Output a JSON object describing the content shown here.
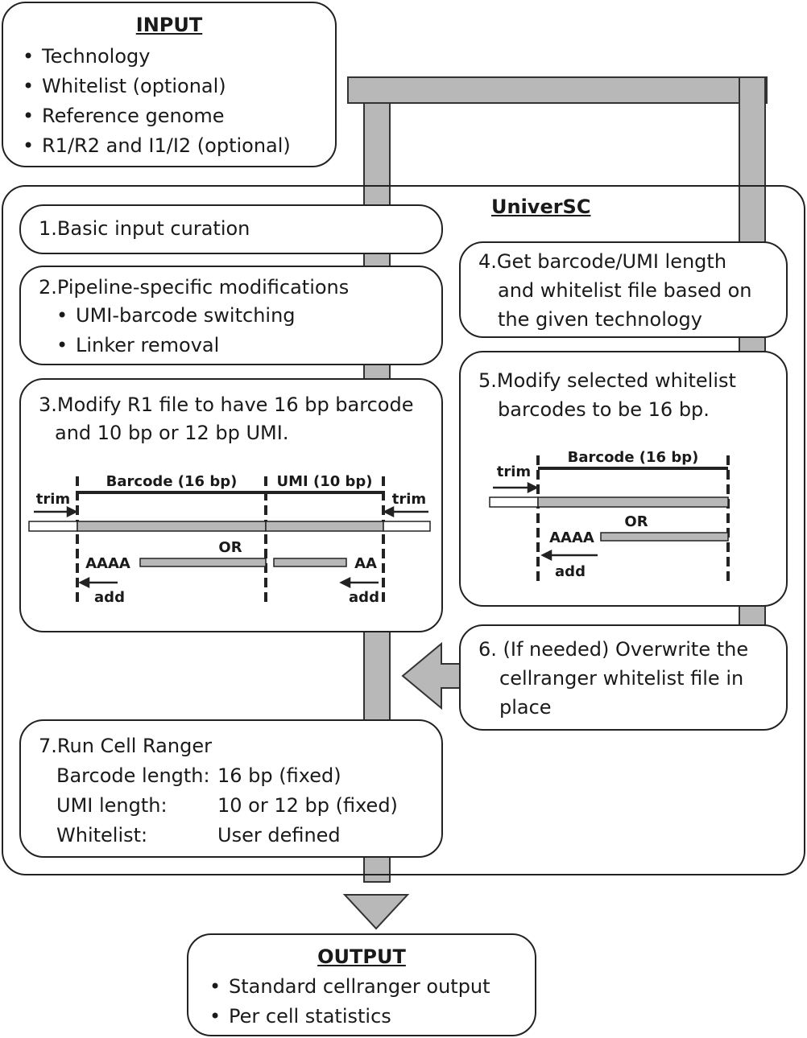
{
  "input": {
    "title": "INPUT",
    "items": [
      "Technology",
      "Whitelist (optional)",
      "Reference genome",
      "R1/R2 and I1/I2 (optional)"
    ]
  },
  "universc": {
    "title": "UniverSC"
  },
  "step1": {
    "label": "1.Basic input curation"
  },
  "step2": {
    "label": "2.Pipeline-specific modifications",
    "items": [
      "UMI-barcode switching",
      "Linker removal"
    ]
  },
  "step3": {
    "label_line1": "3.Modify R1 file to have 16 bp barcode",
    "label_line2": "and 10 bp or 12 bp UMI.",
    "diagram": {
      "barcode": "Barcode (16 bp)",
      "umi": "UMI (10 bp)",
      "trim_left": "trim",
      "trim_right": "trim",
      "or": "OR",
      "aaaa": "AAAA",
      "aa": "AA",
      "add_left": "add",
      "add_right": "add"
    }
  },
  "step4": {
    "line1": "4.Get barcode/UMI length",
    "line2": "and whitelist file based on",
    "line3": "the given technology"
  },
  "step5": {
    "line1": "5.Modify selected whitelist",
    "line2": "barcodes to be 16 bp.",
    "diagram": {
      "barcode": "Barcode (16 bp)",
      "trim": "trim",
      "or": "OR",
      "aaaa": "AAAA",
      "add": "add"
    }
  },
  "step6": {
    "line1": "6.  (If needed) Overwrite the",
    "line2": "cellranger whitelist file in",
    "line3": "place"
  },
  "step7": {
    "label": "7.Run Cell Ranger",
    "rows": [
      {
        "key": "Barcode length:",
        "value": "16 bp (fixed)"
      },
      {
        "key": "UMI length:",
        "value": "10 or 12 bp (fixed)"
      },
      {
        "key": "Whitelist:",
        "value": "User defined"
      }
    ]
  },
  "output": {
    "title": "OUTPUT",
    "items": [
      "Standard cellranger output",
      "Per cell statistics"
    ]
  },
  "colors": {
    "flow": "#b8b8b8",
    "stroke": "#222222"
  }
}
